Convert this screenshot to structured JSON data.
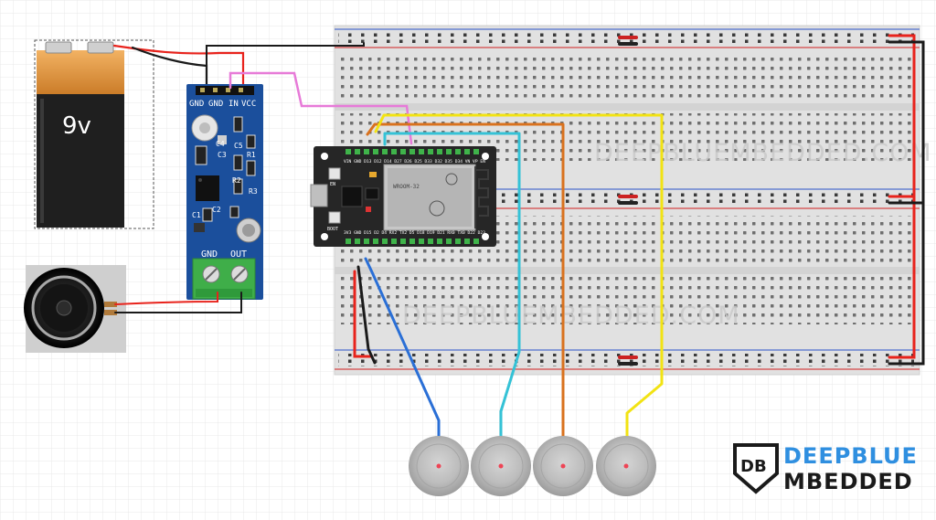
{
  "battery": {
    "label": "9v"
  },
  "amp_module": {
    "pins_top": [
      "GND",
      "GND",
      "IN",
      "VCC"
    ],
    "terminal_labels": [
      "GND",
      "OUT"
    ],
    "silk": [
      "R2",
      "R3",
      "C4",
      "C5",
      "R1",
      "C2",
      "C1",
      "C3"
    ]
  },
  "esp32": {
    "top_pins": "VIN GND D13 D12 D14 D27 D26 D25 D33 D32 D35 D34 VN VP EN",
    "bottom_pins": "3V3 GND D15 D2 D4 RX2 TX2 D5 D18 D19 D21 RX0 TX0 D22 D23",
    "module_text": "WROOM-32",
    "en_label": "EN",
    "boot_label": "BOOT"
  },
  "watermark": {
    "text": "DEEPBLUEMBEDDED.COM"
  },
  "logo": {
    "line1": "DEEPBLUE",
    "line2": "MBEDDED",
    "mark": "DB"
  },
  "colors": {
    "accent_blue": "#2f8fe0",
    "wire_red": "#e8231c",
    "wire_black": "#1a1a1a",
    "wire_pink": "#e77ad8",
    "wire_blue": "#2a6fd6",
    "wire_cyan": "#35c2d6",
    "wire_orange": "#d9721e",
    "wire_yellow": "#f2e313",
    "board_blue": "#1b4f9c",
    "terminal_green": "#3fae49"
  }
}
